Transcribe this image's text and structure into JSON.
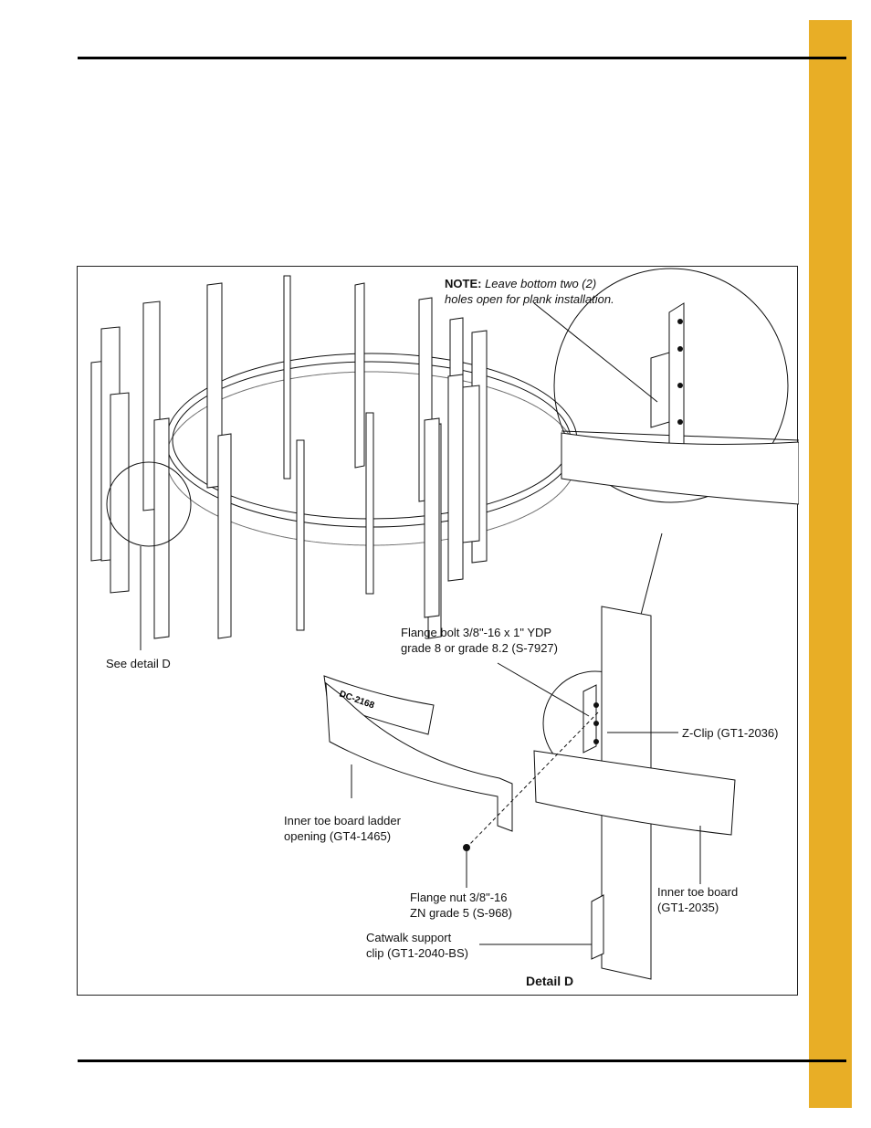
{
  "colors": {
    "accent_tab": "#E8AE26",
    "rule": "#000000",
    "line": "#111111"
  },
  "figure": {
    "note_bold": "NOTE:",
    "note_line1": "Leave bottom two (2)",
    "note_line2": "holes open for plank installation.",
    "see_detail": "See detail D",
    "flange_bolt": [
      "Flange bolt 3/8\"-16 x 1\" YDP",
      "grade 8 or grade 8.2 (S-7927)"
    ],
    "z_clip": "Z-Clip (GT1-2036)",
    "ladder_opening": [
      "Inner toe board ladder",
      "opening (GT4-1465)"
    ],
    "flange_nut": [
      "Flange nut 3/8\"-16",
      "ZN grade 5 (S-968)"
    ],
    "toe_board": [
      "Inner toe board",
      "(GT1-2035)"
    ],
    "catwalk_clip": [
      "Catwalk support",
      "clip (GT1-2040-BS)"
    ],
    "detail_title": "Detail D",
    "part_stamp": "DC-2168"
  }
}
